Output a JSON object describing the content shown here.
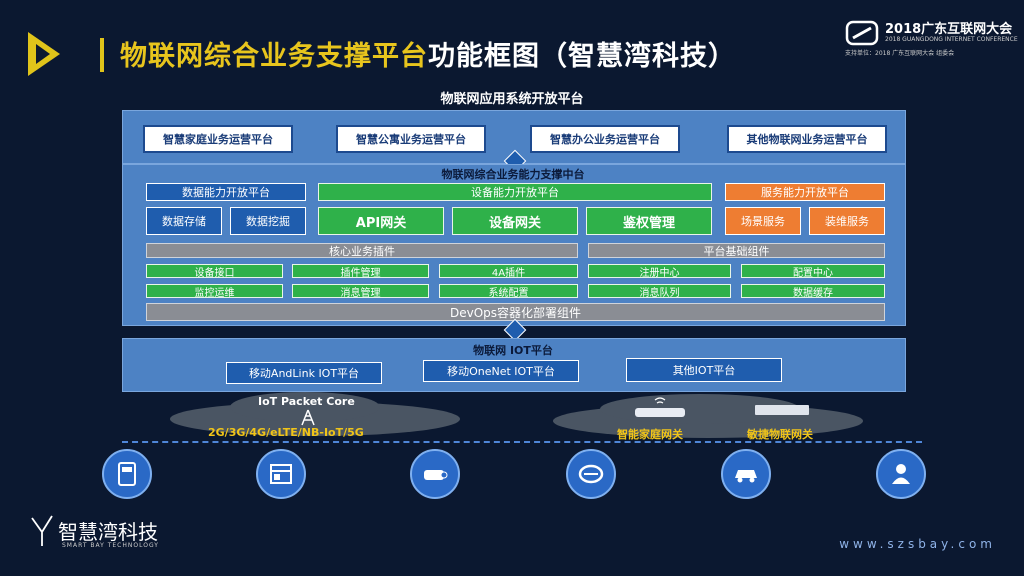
{
  "header": {
    "title_part1": "物联网综合业务支撑平台",
    "title_part2": "功能框图（智慧湾科技）",
    "logo_main": "2018广东互联网大会",
    "logo_sub": "2018 GUANGDONG INTERNET CONFERENCE",
    "logo_sub2": "支持单位：2018 广东互联网大会 组委会"
  },
  "top_platform": {
    "label": "物联网应用系统开放平台",
    "items": [
      "智慧家庭业务运营平台",
      "智慧公寓业务运营平台",
      "智慧办公业务运营平台",
      "其他物联网业务运营平台"
    ]
  },
  "middle_platform": {
    "label": "物联网综合业务能力支撑中台",
    "data_open": "数据能力开放平台",
    "data_storage": "数据存储",
    "data_mining": "数据挖掘",
    "device_open": "设备能力开放平台",
    "api_gateway": "API网关",
    "device_gateway": "设备网关",
    "auth_mgmt": "鉴权管理",
    "service_open": "服务能力开放平台",
    "scene_service": "场景服务",
    "install_service": "装维服务",
    "core_plugins": "核心业务插件",
    "platform_components": "平台基础组件",
    "core_items": [
      "设备接口",
      "插件管理",
      "4A插件",
      "监控运维",
      "消息管理",
      "系统配置"
    ],
    "platform_items": [
      "注册中心",
      "配置中心",
      "消息队列",
      "数据缓存"
    ],
    "devops": "DevOps容器化部署组件"
  },
  "iot_platform": {
    "label": "物联网 IOT平台",
    "items": [
      "移动AndLink IOT平台",
      "移动OneNet IOT平台",
      "其他IOT平台"
    ]
  },
  "network": {
    "packet_core": "IoT Packet Core",
    "access": "2G/3G/4G/eLTE/NB-IoT/5G",
    "home_gateway": "智能家庭网关",
    "agile_gateway": "敏捷物联网关"
  },
  "devices": [
    "meter-icon",
    "cabinet-icon",
    "camera-icon",
    "vehicle-tag-icon",
    "car-icon",
    "person-icon"
  ],
  "footer": {
    "brand": "智慧湾科技",
    "brand_en": "SMART BAY TECHNOLOGY",
    "website": "www.szsbay.com"
  }
}
